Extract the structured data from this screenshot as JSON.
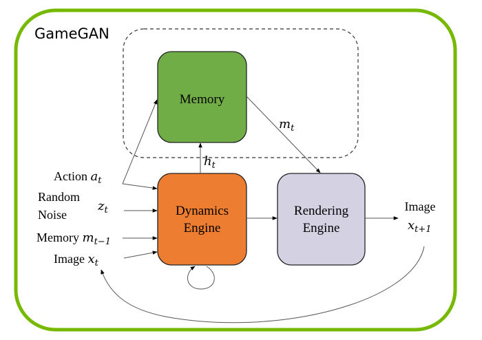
{
  "title": "GameGAN",
  "colors": {
    "outer_border": "#76b900",
    "memory_fill": "#70ad47",
    "dynamics_fill": "#ed7d31",
    "rendering_fill": "#d4d1e3",
    "box_stroke": "#222222",
    "arrow": "#555555",
    "dashed": "#333333"
  },
  "blocks": {
    "memory": {
      "label": "Memory"
    },
    "dynamics": {
      "line1": "Dynamics",
      "line2": "Engine"
    },
    "rendering": {
      "line1": "Rendering",
      "line2": "Engine"
    }
  },
  "inputs": {
    "action": {
      "label": "Action",
      "symbol": "a",
      "sub": "t"
    },
    "noise": {
      "line1": "Random",
      "line2": "Noise",
      "symbol": "z",
      "sub": "t"
    },
    "memory": {
      "label": "Memory",
      "symbol": "m",
      "sub": "t−1"
    },
    "image": {
      "label": "Image",
      "symbol": "x",
      "sub": "t"
    }
  },
  "edges": {
    "hidden_to_memory": {
      "symbol": "h",
      "sub": "t"
    },
    "hidden_to_render": {
      "symbol": "h",
      "sub": "t"
    },
    "memory_to_render": {
      "symbol": "m",
      "sub": "t"
    }
  },
  "output": {
    "label": "Image",
    "symbol": "x",
    "sub": "t+1"
  }
}
